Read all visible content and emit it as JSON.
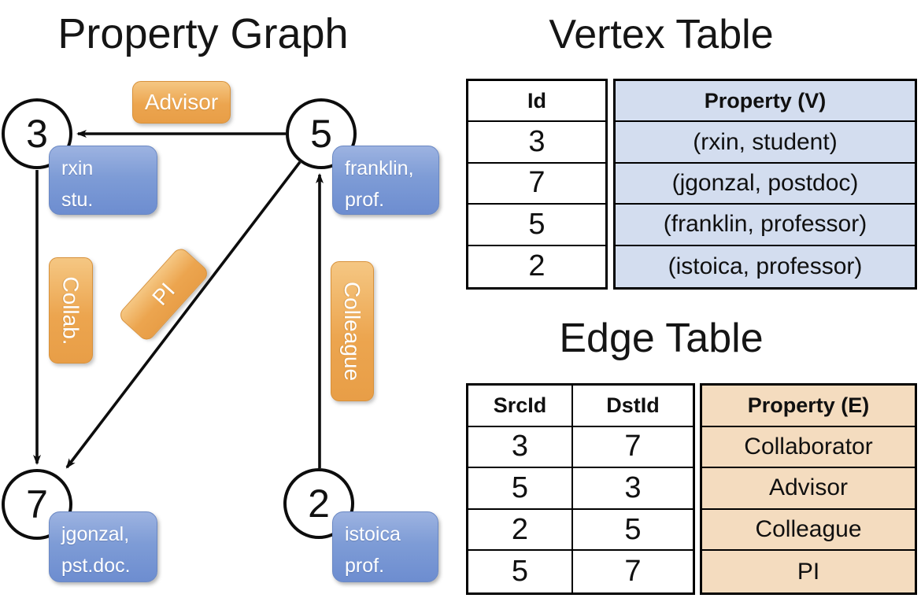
{
  "titles": {
    "graph": "Property Graph",
    "vertex_table": "Vertex Table",
    "edge_table": "Edge Table"
  },
  "graph": {
    "vertices": [
      {
        "id": "3",
        "label_line1": "rxin",
        "label_line2": "stu."
      },
      {
        "id": "5",
        "label_line1": "franklin,",
        "label_line2": "prof."
      },
      {
        "id": "7",
        "label_line1": "jgonzal,",
        "label_line2": "pst.doc."
      },
      {
        "id": "2",
        "label_line1": "istoica",
        "label_line2": "prof."
      }
    ],
    "edges": [
      {
        "src": "5",
        "dst": "3",
        "label": "Advisor"
      },
      {
        "src": "3",
        "dst": "7",
        "label": "Collab."
      },
      {
        "src": "5",
        "dst": "7",
        "label": "PI"
      },
      {
        "src": "2",
        "dst": "5",
        "label": "Colleague"
      }
    ]
  },
  "vertex_table": {
    "columns": [
      "Id",
      "Property (V)"
    ],
    "rows": [
      [
        "3",
        "(rxin, student)"
      ],
      [
        "7",
        "(jgonzal, postdoc)"
      ],
      [
        "5",
        "(franklin, professor)"
      ],
      [
        "2",
        "(istoica, professor)"
      ]
    ]
  },
  "edge_table": {
    "columns": [
      "SrcId",
      "DstId",
      "Property (E)"
    ],
    "rows": [
      [
        "3",
        "7",
        "Collaborator"
      ],
      [
        "5",
        "3",
        "Advisor"
      ],
      [
        "2",
        "5",
        "Colleague"
      ],
      [
        "5",
        "7",
        "PI"
      ]
    ]
  },
  "colors": {
    "edge_label_fill": "#eca54f",
    "vertex_label_fill": "#7e9cd6",
    "vertex_property_fill": "#d3ddef",
    "edge_property_fill": "#f4dcbf",
    "line_color": "#0d0d0d"
  }
}
